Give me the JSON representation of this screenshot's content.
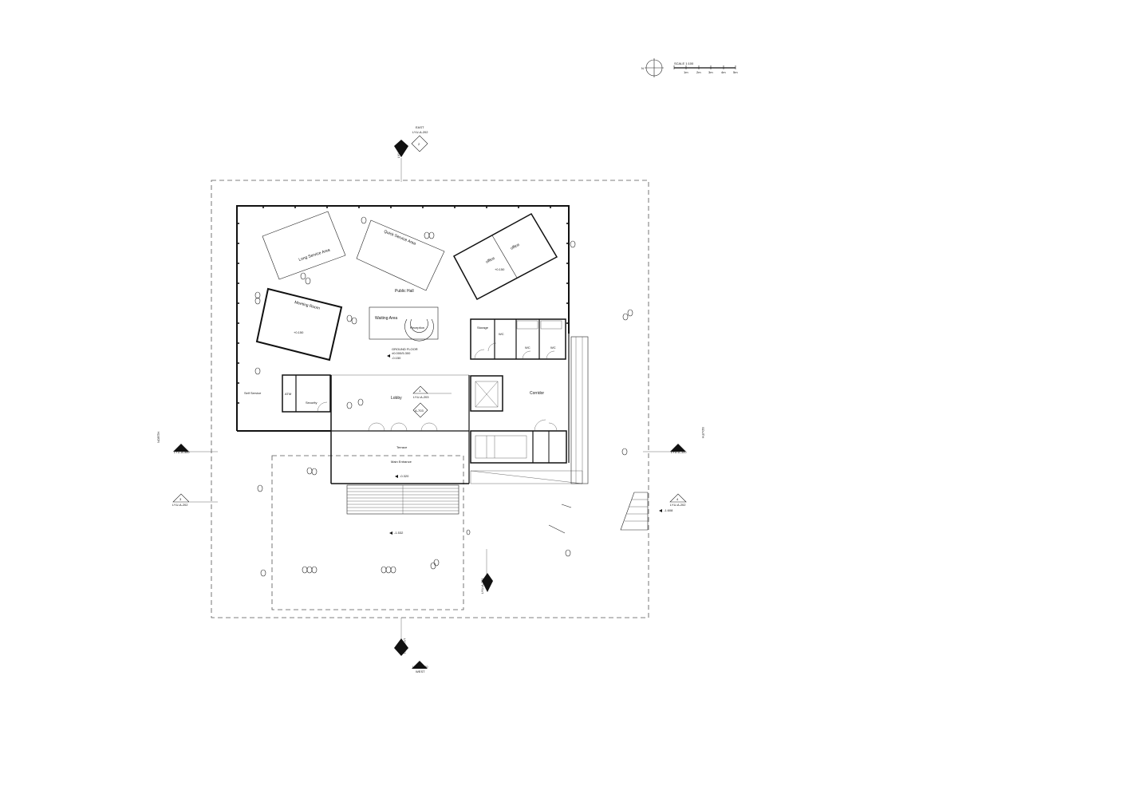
{
  "scale_bar": {
    "title": "SCALE 1:100",
    "ticks": [
      "1m",
      "2m",
      "3m",
      "4m",
      "5m"
    ],
    "north_mark": "N"
  },
  "rooms": {
    "long_service": "Long Service Area",
    "quick_service": "Quick Service Area",
    "office_1": "office",
    "office_2": "office",
    "public_hall": "Public Hall",
    "meeting_room": "Meeting Room",
    "waiting_area": "Waiting Area",
    "reception": "Reception",
    "storage": "Storage",
    "wc_1": "WC",
    "wc_2": "WC",
    "wc_3": "WC",
    "self_service": "Self Service",
    "atm": "ATM",
    "security": "Security",
    "lobby": "Lobby",
    "corridor": "Corridor",
    "terrace": "Terrace",
    "main_entrance": "Main Entrance"
  },
  "floor_label": {
    "line1": "GROUND FLOOR",
    "line2": "±0.000/5.300",
    "level": "-0.150"
  },
  "levels": {
    "meeting": "+0.150",
    "office": "+0.150",
    "entrance": "-0.320",
    "forecourt": "-1.532",
    "ramp": "-1.608"
  },
  "section_marks": {
    "east": {
      "direction": "EAST",
      "ref": "LYU-A-202",
      "num": "2"
    },
    "west": {
      "direction": "WEST",
      "ref": "LYU-A-300",
      "num": "1"
    },
    "north": {
      "direction": "NORTH",
      "ref": "LYU-A-300",
      "num": "2"
    },
    "south": {
      "direction": "SOUTH",
      "ref": "LYU-A-300",
      "num": "4"
    },
    "left_lower": {
      "ref": "LYU-A-202",
      "num": "3"
    },
    "right_lower": {
      "ref": "LYU-A-202",
      "num": "4"
    },
    "lobby_a": {
      "ref": "LYU-A-203",
      "num": "1"
    },
    "lobby_b": {
      "ref": "A-703",
      "num": "1"
    },
    "top_vertical": {
      "ref": "LYU-A-201",
      "num": "1"
    },
    "bottom_vertical": {
      "ref": "LYU-A-201",
      "num": "2"
    },
    "mid_vertical": {
      "ref": "LYU-A-201",
      "num": "3"
    }
  }
}
